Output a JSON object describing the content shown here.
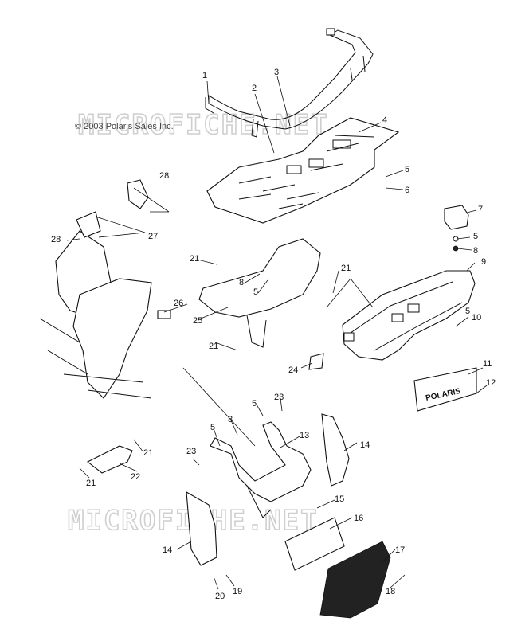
{
  "copyright": "© 2003 Polaris Sales Inc.",
  "watermarks": [
    "MICROFICHE.NET",
    "MICROFICHE.NET"
  ],
  "emblem_text": "POLARIS",
  "callouts": [
    "1",
    "2",
    "3",
    "4",
    "5",
    "6",
    "7",
    "5",
    "8",
    "9",
    "21",
    "28",
    "27",
    "28",
    "8",
    "5",
    "21",
    "26",
    "25",
    "10",
    "5",
    "21",
    "24",
    "11",
    "12",
    "23",
    "5",
    "8",
    "13",
    "5",
    "23",
    "14",
    "21",
    "21",
    "22",
    "15",
    "16",
    "14",
    "17",
    "20",
    "19",
    "18"
  ]
}
